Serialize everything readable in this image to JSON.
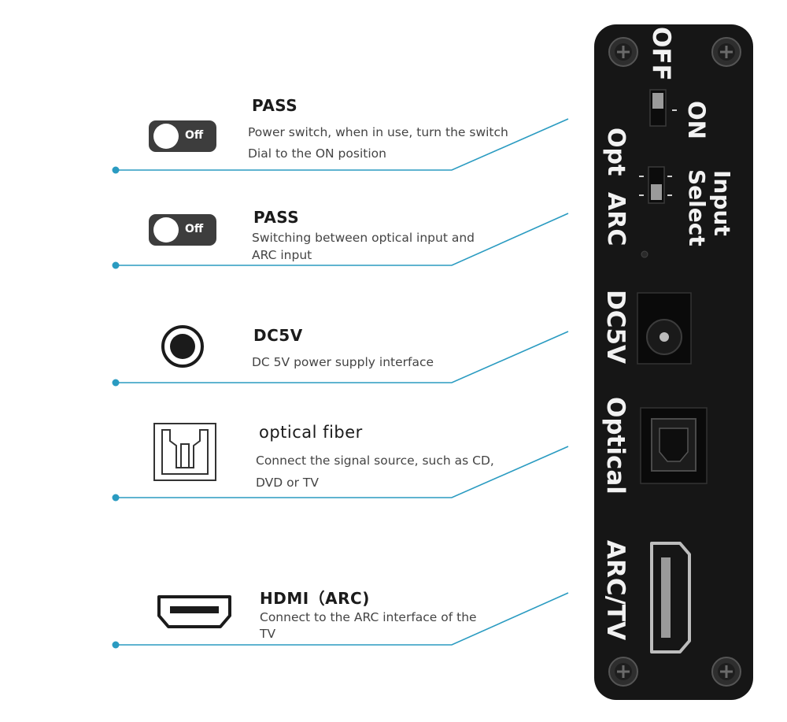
{
  "callouts": [
    {
      "title": "PASS",
      "lines": [
        "Power switch, when in use, turn the switch",
        "Dial to the ON position"
      ],
      "icon": "toggle-switch-icon",
      "toggle_label": "Off"
    },
    {
      "title": "PASS",
      "lines": [
        "Switching between optical input and",
        "ARC input"
      ],
      "icon": "toggle-switch-icon",
      "toggle_label": "Off"
    },
    {
      "title": "DC5V",
      "lines": [
        "DC 5V power supply interface"
      ],
      "icon": "dc-jack-icon"
    },
    {
      "title": "optical fiber",
      "lines": [
        "Connect the signal source, such as CD,",
        "DVD or TV"
      ],
      "icon": "optical-port-icon"
    },
    {
      "title": "HDMI（ARC)",
      "lines": [
        "Connect to the ARC interface of the",
        "TV"
      ],
      "icon": "hdmi-port-icon"
    }
  ],
  "device": {
    "off": "OFF",
    "on": "ON",
    "opt": "Opt",
    "arc": "ARC",
    "input": "Input",
    "select": "Select",
    "dc5v": "DC5V",
    "optical": "Optical",
    "arc_tv": "ARC/TV"
  },
  "colors": {
    "leader_line": "#2a9bc1",
    "panel": "#161616",
    "toggle": "#3d3d3d"
  }
}
